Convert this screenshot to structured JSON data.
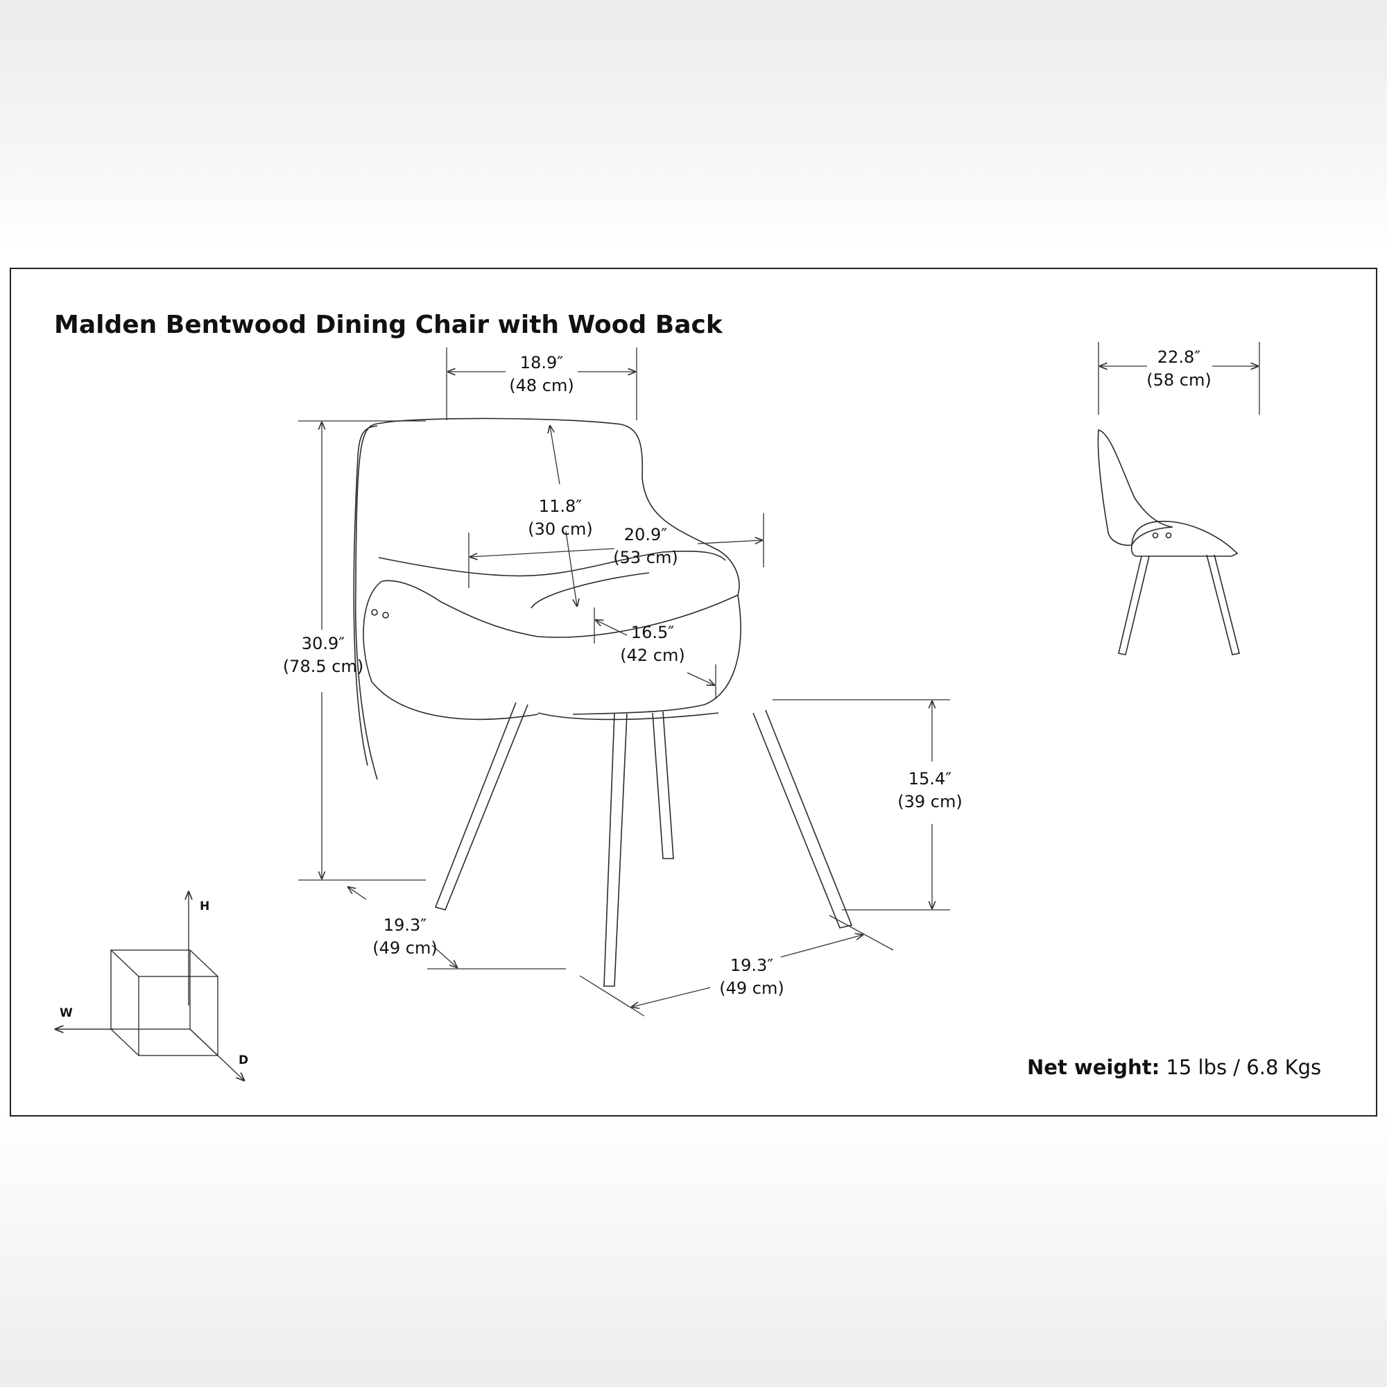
{
  "title": "Malden Bentwood Dining Chair with Wood Back",
  "dimensions": {
    "back_width": {
      "in": "18.9″",
      "cm": "(48 cm)"
    },
    "back_height": {
      "in": "11.8″",
      "cm": "(30 cm)"
    },
    "overall_width": {
      "in": "20.9″",
      "cm": "(53 cm)"
    },
    "seat_depth": {
      "in": "16.5″",
      "cm": "(42 cm)"
    },
    "overall_height": {
      "in": "30.9″",
      "cm": "(78.5 cm)"
    },
    "seat_height": {
      "in": "15.4″",
      "cm": "(39 cm)"
    },
    "footprint_width": {
      "in": "19.3″",
      "cm": "(49 cm)"
    },
    "footprint_depth": {
      "in": "19.3″",
      "cm": "(49 cm)"
    },
    "side_depth": {
      "in": "22.8″",
      "cm": "(58 cm)"
    }
  },
  "axes": {
    "h": "H",
    "w": "W",
    "d": "D"
  },
  "net_weight": {
    "label": "Net weight:",
    "value": "15 lbs / 6.8 Kgs"
  }
}
